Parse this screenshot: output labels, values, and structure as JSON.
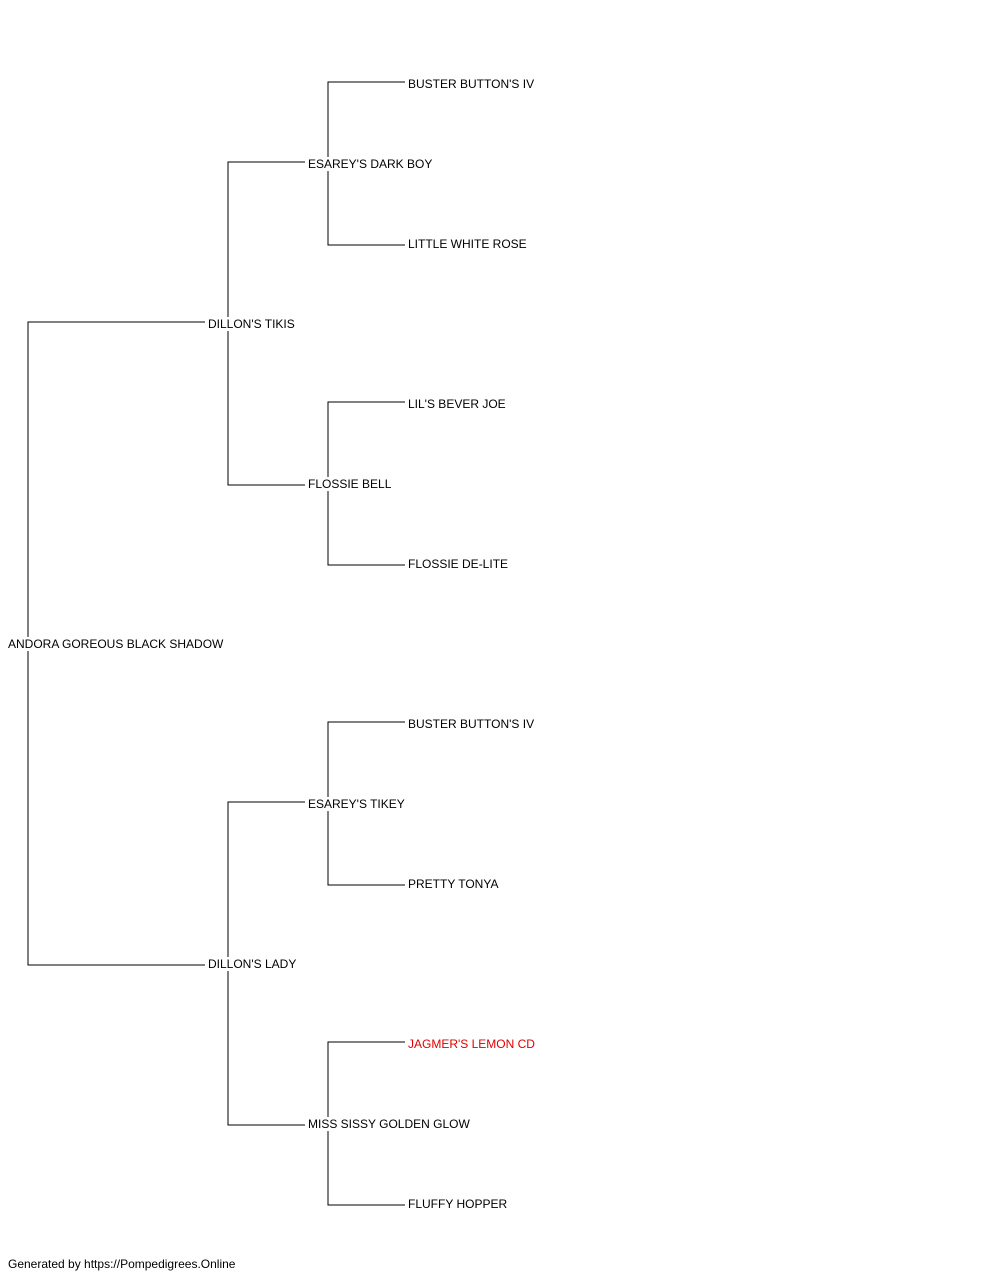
{
  "highlight_color": "#e00000",
  "line_color": "#000000",
  "pedigree": {
    "subject": {
      "name": "ANDORA GOREOUS BLACK SHADOW"
    },
    "sire": {
      "name": "DILLON'S TIKIS"
    },
    "dam": {
      "name": "DILLON'S LADY"
    },
    "sire_sire": {
      "name": "ESAREY'S DARK BOY"
    },
    "sire_dam": {
      "name": "FLOSSIE BELL"
    },
    "dam_sire": {
      "name": "ESAREY'S TIKEY"
    },
    "dam_dam": {
      "name": "MISS SISSY GOLDEN GLOW"
    },
    "sire_sire_sire": {
      "name": "BUSTER BUTTON'S IV"
    },
    "sire_sire_dam": {
      "name": "LITTLE WHITE ROSE"
    },
    "sire_dam_sire": {
      "name": "LIL'S BEVER JOE"
    },
    "sire_dam_dam": {
      "name": "FLOSSIE DE-LITE"
    },
    "dam_sire_sire": {
      "name": "BUSTER BUTTON'S IV"
    },
    "dam_sire_dam": {
      "name": "PRETTY TONYA"
    },
    "dam_dam_sire": {
      "name": "JAGMER'S LEMON CD",
      "highlighted": true
    },
    "dam_dam_dam": {
      "name": "FLUFFY HOPPER"
    }
  },
  "footer": {
    "text": "Generated by https://Pompedigrees.Online"
  }
}
